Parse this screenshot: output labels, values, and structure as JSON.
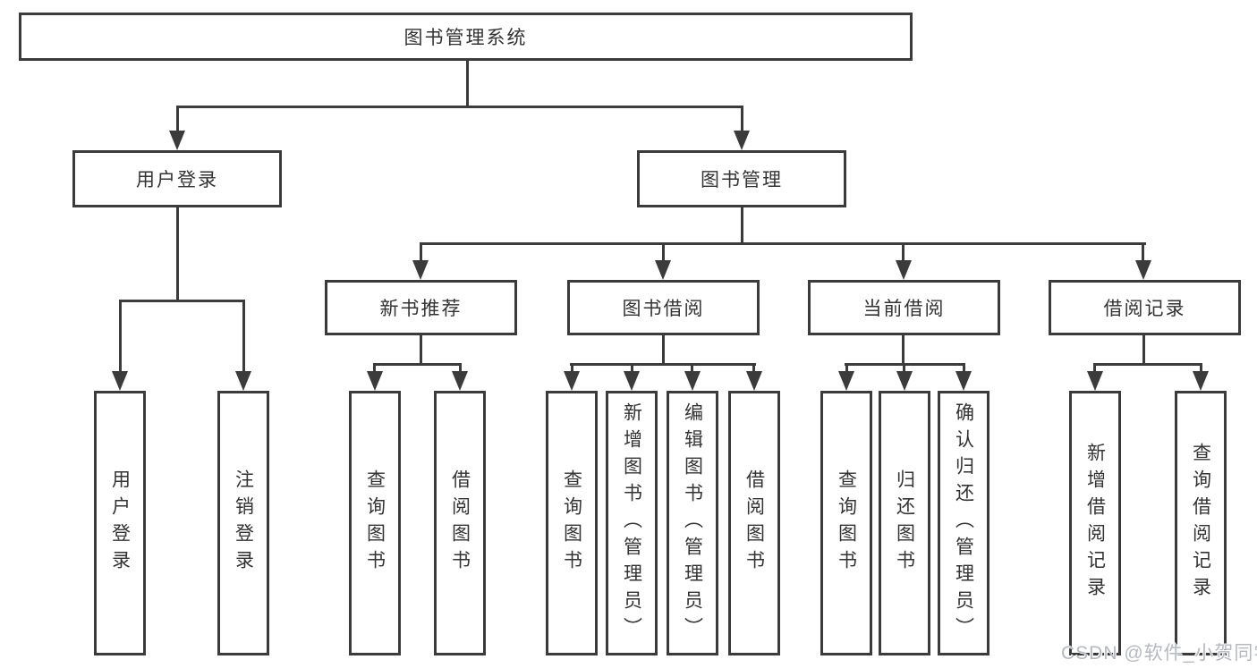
{
  "diagram": {
    "type": "hierarchy",
    "root": {
      "label": "图书管理系统"
    },
    "level2": [
      {
        "label": "用户登录"
      },
      {
        "label": "图书管理"
      }
    ],
    "level3": [
      {
        "label": "新书推荐"
      },
      {
        "label": "图书借阅"
      },
      {
        "label": "当前借阅"
      },
      {
        "label": "借阅记录"
      }
    ],
    "leaves": {
      "user_login": [
        "用户登录",
        "注销登录"
      ],
      "new_book": [
        "查询图书",
        "借阅图书"
      ],
      "book_borrow": [
        "查询图书",
        "新增图书（管理员）",
        "编辑图书（管理员）",
        "借阅图书"
      ],
      "current_borrow": [
        "查询图书",
        "归还图书",
        "确认归还（管理员）"
      ],
      "borrow_record": [
        "新增借阅记录",
        "查询借阅记录"
      ]
    }
  },
  "colors": {
    "line": "#3b3b3b",
    "text": "#333333",
    "background": "#ffffff",
    "watermark": "#b5b9c0"
  },
  "watermark": {
    "text": "CSDN @软件_小贺同学"
  }
}
